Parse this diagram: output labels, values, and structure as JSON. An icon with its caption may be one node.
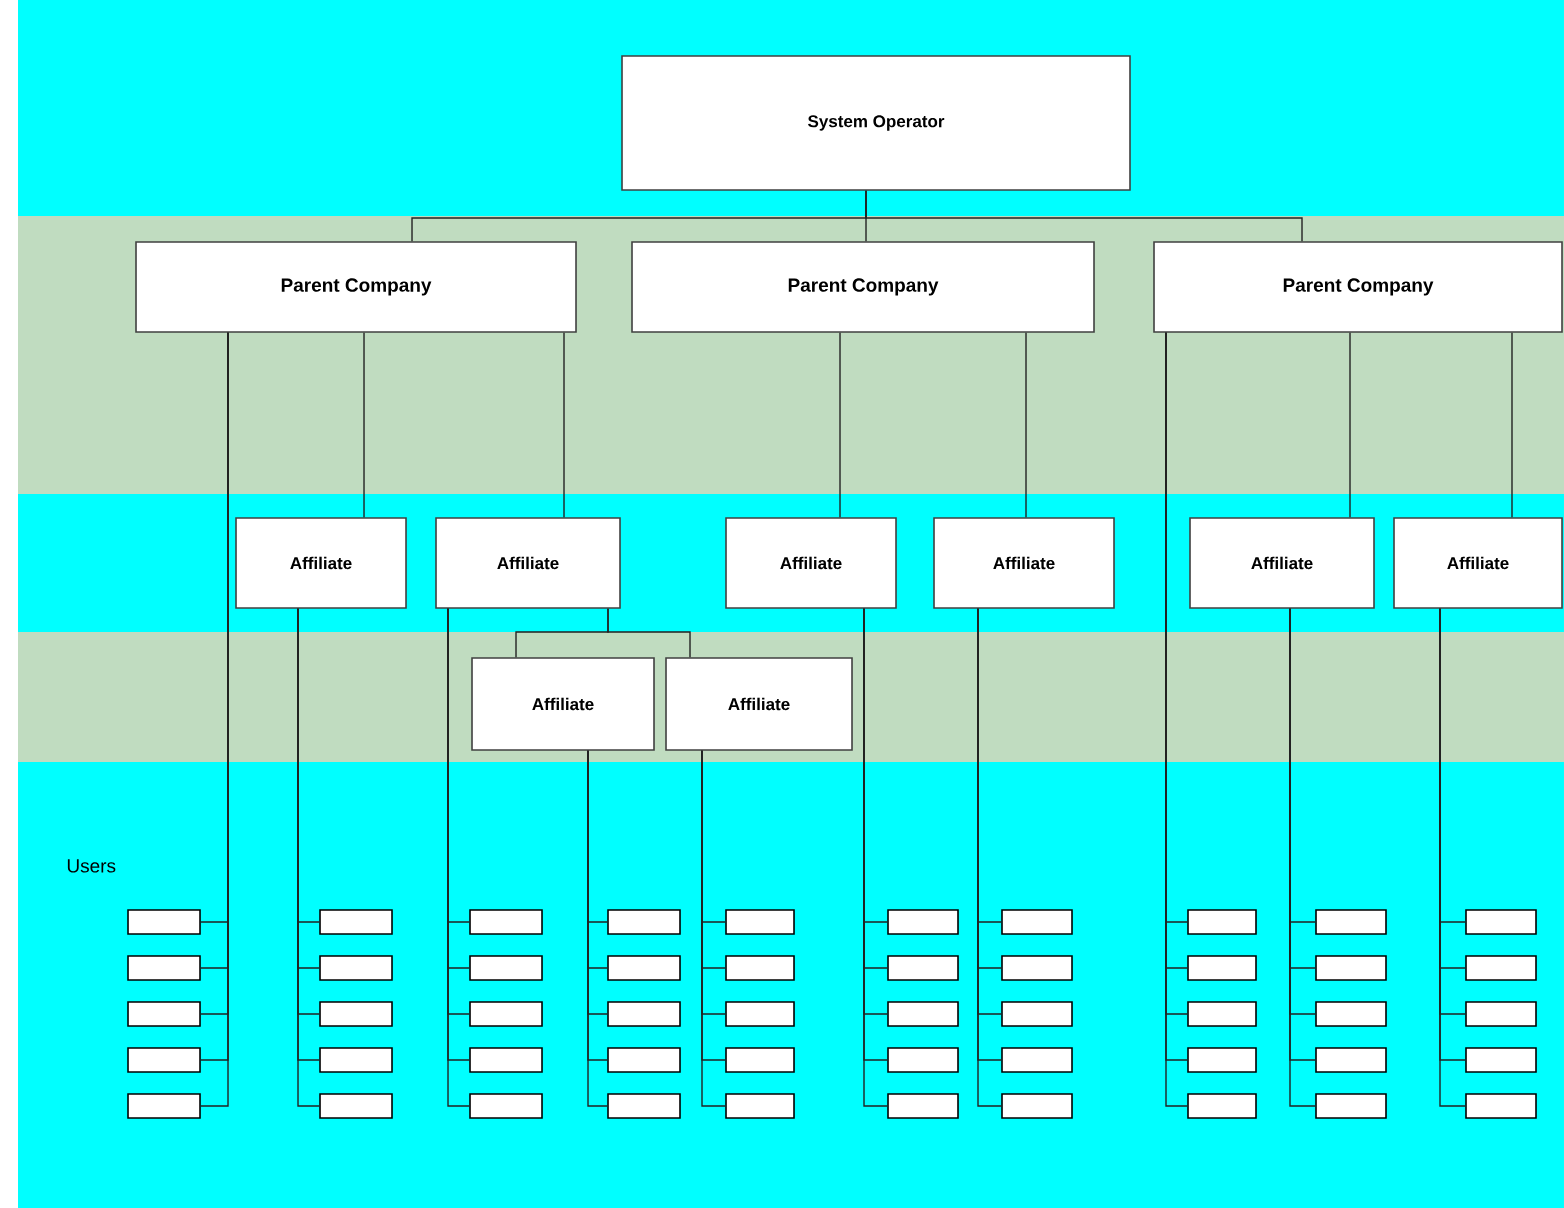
{
  "diagram": {
    "nodes": [
      {
        "text": [
          "System Operator"
        ]
      },
      {
        "text": [
          "Parent Company"
        ]
      },
      {
        "text": [
          "Parent Company"
        ]
      },
      {
        "text": [
          "Parent Company"
        ]
      },
      {
        "text": [
          "Affiliate"
        ]
      },
      {
        "text": [
          "Affiliate"
        ]
      },
      {
        "text": [
          "Affiliate"
        ]
      },
      {
        "text": [
          "Affiliate"
        ]
      },
      {
        "text": [
          "Affiliate"
        ]
      },
      {
        "text": [
          "Affiliate"
        ]
      },
      {
        "text": [
          "Affiliate"
        ]
      },
      {
        "text": [
          "Affiliate"
        ]
      },
      {
        "text": [],
        "shape": "box"
      },
      {
        "text": [],
        "shape": "box"
      },
      {
        "text": [],
        "shape": "box"
      },
      {
        "text": [],
        "shape": "box"
      },
      {
        "text": [],
        "shape": "box"
      },
      {
        "text": [],
        "shape": "box"
      },
      {
        "text": [],
        "shape": "box"
      },
      {
        "text": [],
        "shape": "box"
      },
      {
        "text": [],
        "shape": "box"
      },
      {
        "text": [],
        "shape": "box"
      },
      {
        "text": [],
        "shape": "box"
      },
      {
        "text": [],
        "shape": "box"
      },
      {
        "text": [],
        "shape": "box"
      },
      {
        "text": [],
        "shape": "box"
      },
      {
        "text": [],
        "shape": "box"
      },
      {
        "text": [],
        "shape": "box"
      },
      {
        "text": [],
        "shape": "box"
      },
      {
        "text": [],
        "shape": "box"
      },
      {
        "text": [],
        "shape": "box"
      },
      {
        "text": [],
        "shape": "box"
      },
      {
        "text": [],
        "shape": "box"
      },
      {
        "text": [],
        "shape": "box"
      },
      {
        "text": [],
        "shape": "box"
      },
      {
        "text": [],
        "shape": "box"
      },
      {
        "text": [],
        "shape": "box"
      },
      {
        "text": [],
        "shape": "box"
      },
      {
        "text": [],
        "shape": "box"
      },
      {
        "text": [],
        "shape": "box"
      },
      {
        "text": [],
        "shape": "box"
      },
      {
        "text": [],
        "shape": "box"
      },
      {
        "text": [],
        "shape": "box"
      },
      {
        "text": [],
        "shape": "box"
      },
      {
        "text": [],
        "shape": "box"
      },
      {
        "text": [],
        "shape": "box"
      },
      {
        "text": [],
        "shape": "box"
      },
      {
        "text": [],
        "shape": "box"
      },
      {
        "text": [],
        "shape": "box"
      },
      {
        "text": [],
        "shape": "box"
      },
      {
        "text": [],
        "shape": "box"
      },
      {
        "text": [],
        "shape": "box"
      },
      {
        "text": [],
        "shape": "box"
      },
      {
        "text": [],
        "shape": "box"
      },
      {
        "text": [],
        "shape": "box"
      },
      {
        "text": [],
        "shape": "box"
      },
      {
        "text": [],
        "shape": "box"
      },
      {
        "text": [],
        "shape": "box"
      },
      {
        "text": [],
        "shape": "box"
      },
      {
        "text": [],
        "shape": "box"
      },
      {
        "text": [],
        "shape": "box"
      },
      {
        "text": [],
        "shape": "box"
      }
    ],
    "edges": [
      {
        "from": 0,
        "to": 1,
        "arrow": "none"
      },
      {
        "from": 0,
        "to": 2,
        "arrow": "none"
      },
      {
        "from": 0,
        "to": 3,
        "arrow": "none"
      },
      {
        "from": 1,
        "to": 4,
        "arrow": "none"
      },
      {
        "from": 1,
        "to": 5,
        "arrow": "none"
      },
      {
        "from": 2,
        "to": 6,
        "arrow": "none"
      },
      {
        "from": 2,
        "to": 7,
        "arrow": "none"
      },
      {
        "from": 3,
        "to": 8,
        "arrow": "none"
      },
      {
        "from": 3,
        "to": 9,
        "arrow": "none"
      },
      {
        "from": 5,
        "to": 10,
        "arrow": "none"
      },
      {
        "from": 5,
        "to": 11,
        "arrow": "none"
      },
      {
        "from": 1,
        "to": 12,
        "arrow": "none"
      },
      {
        "from": 4,
        "to": 13,
        "arrow": "none"
      },
      {
        "from": 5,
        "to": 14,
        "arrow": "none"
      },
      {
        "from": 10,
        "to": 15,
        "arrow": "none"
      },
      {
        "from": 11,
        "to": 16,
        "arrow": "none"
      },
      {
        "from": 6,
        "to": 17,
        "arrow": "none"
      },
      {
        "from": 7,
        "to": 18,
        "arrow": "none"
      },
      {
        "from": 3,
        "to": 19,
        "arrow": "none"
      },
      {
        "from": 8,
        "to": 20,
        "arrow": "none"
      },
      {
        "from": 9,
        "to": 21,
        "arrow": "none"
      },
      {
        "from": 1,
        "to": 22,
        "arrow": "none"
      },
      {
        "from": 4,
        "to": 23,
        "arrow": "none"
      },
      {
        "from": 5,
        "to": 24,
        "arrow": "none"
      },
      {
        "from": 10,
        "to": 25,
        "arrow": "none"
      },
      {
        "from": 11,
        "to": 26,
        "arrow": "none"
      },
      {
        "from": 6,
        "to": 27,
        "arrow": "none"
      },
      {
        "from": 7,
        "to": 28,
        "arrow": "none"
      },
      {
        "from": 3,
        "to": 29,
        "arrow": "none"
      },
      {
        "from": 8,
        "to": 30,
        "arrow": "none"
      },
      {
        "from": 9,
        "to": 31,
        "arrow": "none"
      },
      {
        "from": 1,
        "to": 32,
        "arrow": "none"
      },
      {
        "from": 4,
        "to": 33,
        "arrow": "none"
      },
      {
        "from": 5,
        "to": 34,
        "arrow": "none"
      },
      {
        "from": 10,
        "to": 35,
        "arrow": "none"
      },
      {
        "from": 11,
        "to": 36,
        "arrow": "none"
      },
      {
        "from": 6,
        "to": 37,
        "arrow": "none"
      },
      {
        "from": 7,
        "to": 38,
        "arrow": "none"
      },
      {
        "from": 3,
        "to": 39,
        "arrow": "none"
      },
      {
        "from": 8,
        "to": 40,
        "arrow": "none"
      },
      {
        "from": 9,
        "to": 41,
        "arrow": "none"
      },
      {
        "from": 1,
        "to": 42,
        "arrow": "none"
      },
      {
        "from": 4,
        "to": 43,
        "arrow": "none"
      },
      {
        "from": 5,
        "to": 44,
        "arrow": "none"
      },
      {
        "from": 10,
        "to": 45,
        "arrow": "none"
      },
      {
        "from": 11,
        "to": 46,
        "arrow": "none"
      },
      {
        "from": 6,
        "to": 47,
        "arrow": "none"
      },
      {
        "from": 7,
        "to": 48,
        "arrow": "none"
      },
      {
        "from": 3,
        "to": 49,
        "arrow": "none"
      },
      {
        "from": 8,
        "to": 50,
        "arrow": "none"
      },
      {
        "from": 9,
        "to": 51,
        "arrow": "none"
      },
      {
        "from": 1,
        "to": 52,
        "arrow": "none"
      },
      {
        "from": 4,
        "to": 53,
        "arrow": "none"
      },
      {
        "from": 5,
        "to": 54,
        "arrow": "none"
      },
      {
        "from": 10,
        "to": 55,
        "arrow": "none"
      },
      {
        "from": 11,
        "to": 56,
        "arrow": "none"
      },
      {
        "from": 6,
        "to": 57,
        "arrow": "none"
      },
      {
        "from": 7,
        "to": 58,
        "arrow": "none"
      },
      {
        "from": 3,
        "to": 59,
        "arrow": "none"
      },
      {
        "from": 8,
        "to": 60,
        "arrow": "none"
      },
      {
        "from": 9,
        "to": 61,
        "arrow": "none"
      }
    ],
    "labels": [
      "Users"
    ]
  }
}
